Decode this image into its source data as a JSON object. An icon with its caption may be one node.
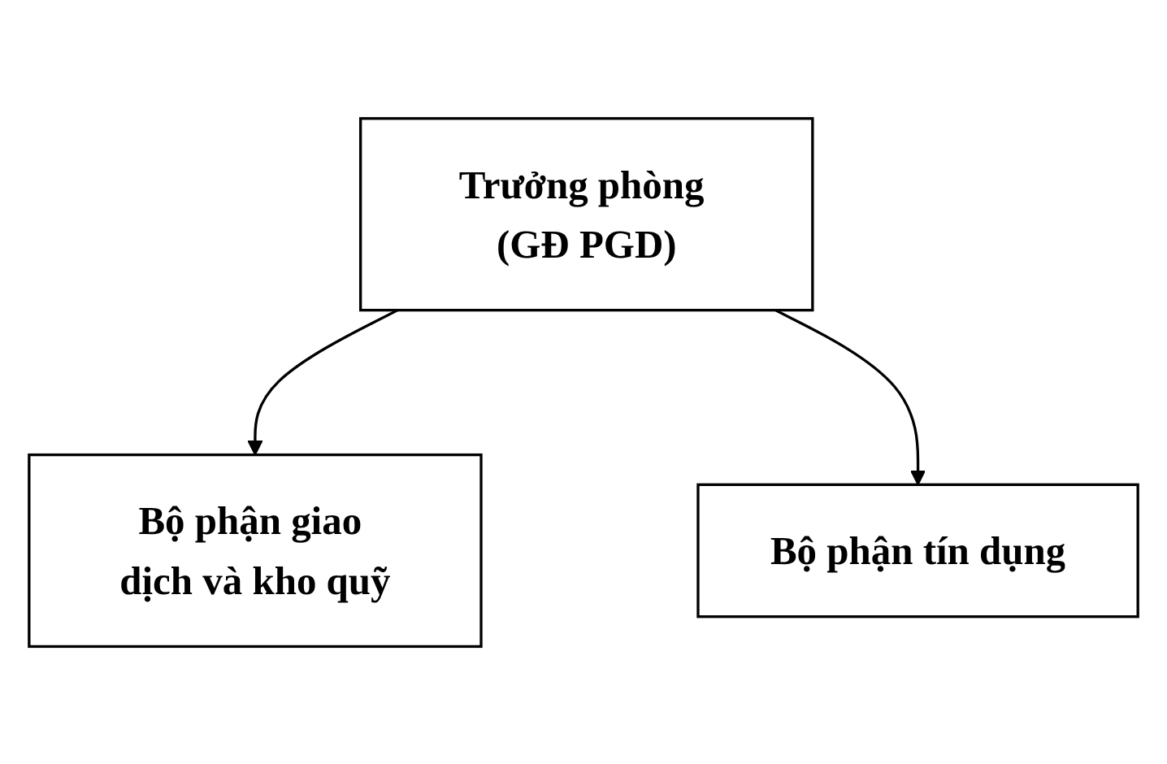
{
  "diagram": {
    "nodes": [
      {
        "text": [
          "Trưởng phòng (GĐ PGD)"
        ]
      },
      {
        "text": [
          "Bộ phận giao dịch và kho quỹ"
        ]
      },
      {
        "text": [
          "Bộ phận tín dụng"
        ]
      }
    ],
    "edges": [
      {
        "from": 0,
        "to": 1,
        "arrow": "to"
      },
      {
        "from": 0,
        "to": 2,
        "arrow": "to"
      }
    ]
  }
}
